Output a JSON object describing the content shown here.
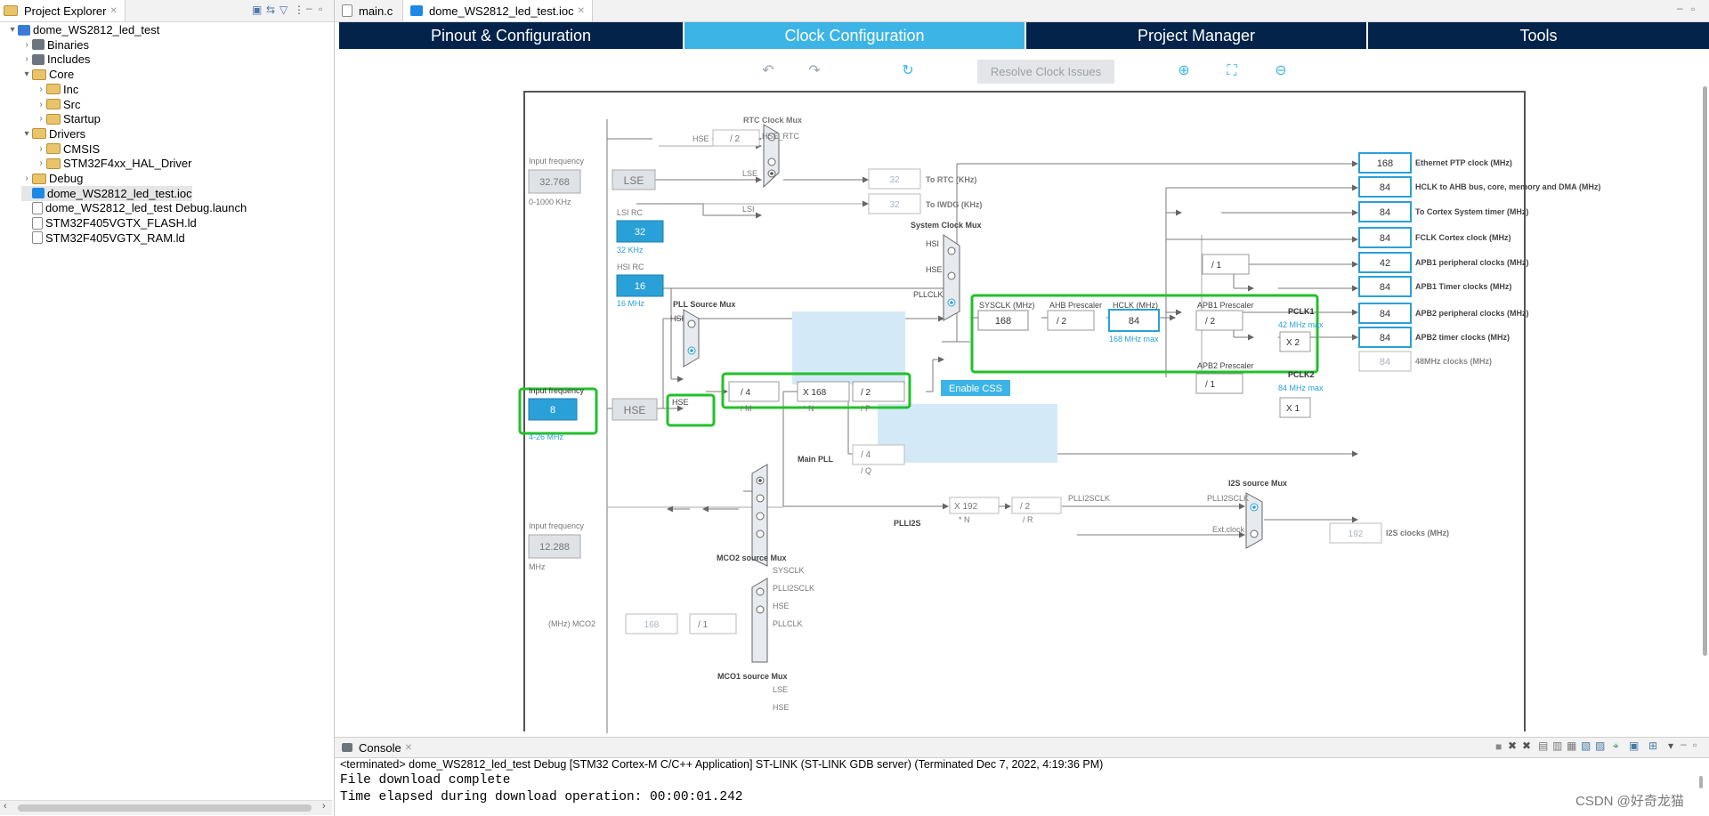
{
  "explorer": {
    "title": "Project Explorer",
    "items": [
      {
        "label": "dome_WS2812_led_test",
        "icon": "project-icon",
        "twisty": "▾"
      },
      {
        "label": "Binaries",
        "icon": "binaries-icon",
        "twisty": "›"
      },
      {
        "label": "Includes",
        "icon": "includes-icon",
        "twisty": "›"
      },
      {
        "label": "Core",
        "icon": "folder-icon",
        "twisty": "▾"
      },
      {
        "label": "Inc",
        "icon": "folder-icon",
        "twisty": "›"
      },
      {
        "label": "Src",
        "icon": "folder-icon",
        "twisty": "›"
      },
      {
        "label": "Startup",
        "icon": "folder-icon",
        "twisty": "›"
      },
      {
        "label": "Drivers",
        "icon": "folder-icon",
        "twisty": "▾"
      },
      {
        "label": "CMSIS",
        "icon": "folder-icon",
        "twisty": "›"
      },
      {
        "label": "STM32F4xx_HAL_Driver",
        "icon": "folder-icon",
        "twisty": "›"
      },
      {
        "label": "Debug",
        "icon": "folder-icon",
        "twisty": "›"
      },
      {
        "label": "dome_WS2812_led_test.ioc",
        "icon": "ioc-file-icon",
        "twisty": ""
      },
      {
        "label": "dome_WS2812_led_test Debug.launch",
        "icon": "file-icon",
        "twisty": ""
      },
      {
        "label": "STM32F405VGTX_FLASH.ld",
        "icon": "file-icon",
        "twisty": ""
      },
      {
        "label": "STM32F405VGTX_RAM.ld",
        "icon": "file-icon",
        "twisty": ""
      }
    ]
  },
  "editor_tabs": [
    {
      "label": "main.c"
    },
    {
      "label": "dome_WS2812_led_test.ioc"
    }
  ],
  "main_tabs": [
    {
      "label": "Pinout & Configuration"
    },
    {
      "label": "Clock Configuration"
    },
    {
      "label": "Project Manager"
    },
    {
      "label": "Tools"
    }
  ],
  "toolbar": {
    "resolve_label": "Resolve Clock Issues",
    "icons": [
      "undo-icon",
      "redo-icon",
      "refresh-icon",
      "zoom-in-icon",
      "fit-icon",
      "zoom-out-icon"
    ]
  },
  "diagram": {
    "input_freq_label": "Input frequency",
    "lse_input": "32.768",
    "lse_range": "0-1000 KHz",
    "lse_label": "LSE",
    "lsi_rc_label": "LSI RC",
    "lsi_value": "32",
    "lsi_unit": "32 KHz",
    "hsi_rc_label": "HSI RC",
    "hsi_value": "16",
    "hsi_unit": "16 MHz",
    "hse_input": "8",
    "hse_range": "4-26 MHz",
    "hse_label": "HSE",
    "i2s_ext_input": "12.288",
    "i2s_ext_unit": "MHz",
    "rtc_mux_label": "RTC Clock Mux",
    "rtc_hse_label": "HSE",
    "rtc_div": "/ 2",
    "rtc_hse_rtc": "HSE_RTC",
    "rtc_lse": "LSE",
    "rtc_lsi": "LSI",
    "rtc_out": "32",
    "rtc_out_label": "To RTC (KHz)",
    "iwdg_out": "32",
    "iwdg_out_label": "To IWDG (KHz)",
    "sysclk_mux_label": "System Clock Mux",
    "mux_hsi": "HSI",
    "mux_hse": "HSE",
    "mux_pllclk": "PLLCLK",
    "pll_source_mux": "PLL Source Mux",
    "pll_m": "/ 4",
    "pll_m_label": "/ M",
    "pll_n": "X 168",
    "pll_n_label": "* N",
    "pll_p": "/ 2",
    "pll_p_label": "/ P",
    "pll_q": "/ 4",
    "pll_q_label": "/ Q",
    "main_pll_label": "Main PLL",
    "enable_css": "Enable CSS",
    "sysclk_label": "SYSCLK (MHz)",
    "sysclk_value": "168",
    "ahb_label": "AHB Prescaler",
    "ahb_value": "/ 2",
    "hclk_label": "HCLK (MHz)",
    "hclk_value": "84",
    "hclk_max": "168 MHz max",
    "apb1_label": "APB1 Prescaler",
    "apb1_value": "/ 2",
    "pclk1_label": "PCLK1",
    "pclk1_max": "42 MHz max",
    "apb1_timer_mul": "X 2",
    "apb2_label": "APB2 Prescaler",
    "apb2_value": "/ 1",
    "pclk2_label": "PCLK2",
    "pclk2_max": "84 MHz max",
    "apb2_timer_mul": "X 1",
    "cortex_div": "/ 1",
    "plli2s_n": "X 192",
    "plli2s_n_label": "* N",
    "plli2s_r": "/ 2",
    "plli2s_r_label": "/ R",
    "plli2s_label": "PLLI2S",
    "plli2sclk": "PLLI2SCLK",
    "i2s_mux_label": "I2S source Mux",
    "ext_clock": "Ext.clock",
    "i2s_out": "192",
    "i2s_out_label": "I2S clocks (MHz)",
    "mco2_mux_label": "MCO2 source Mux",
    "mco2_inputs": [
      "SYSCLK",
      "PLLI2SCLK",
      "HSE",
      "PLLCLK"
    ],
    "mco2_div": "/ 1",
    "mco2_out": "168",
    "mco2_out_label": "(MHz) MCO2",
    "mco1_mux_label": "MCO1 source Mux",
    "mco1_inputs": [
      "LSE",
      "HSE"
    ],
    "outputs": [
      {
        "value": "168",
        "label": "Ethernet PTP clock (MHz)"
      },
      {
        "value": "84",
        "label": "HCLK to AHB bus, core, memory and DMA (MHz)"
      },
      {
        "value": "84",
        "label": "To Cortex System timer (MHz)"
      },
      {
        "value": "84",
        "label": "FCLK Cortex clock (MHz)"
      },
      {
        "value": "42",
        "label": "APB1 peripheral clocks (MHz)"
      },
      {
        "value": "84",
        "label": "APB1 Timer clocks (MHz)"
      },
      {
        "value": "84",
        "label": "APB2 peripheral clocks (MHz)"
      },
      {
        "value": "84",
        "label": "APB2 timer clocks (MHz)"
      },
      {
        "value": "84",
        "label": "48MHz clocks (MHz)"
      }
    ]
  },
  "console": {
    "title": "Console",
    "status": "<terminated> dome_WS2812_led_test Debug [STM32 Cortex-M C/C++ Application] ST-LINK (ST-LINK GDB server) (Terminated Dec 7, 2022, 4:19:36 PM)",
    "lines": [
      "File download complete",
      "Time elapsed during download operation: 00:00:01.242"
    ]
  },
  "watermark": "CSDN @好奇龙猫",
  "colors": {
    "tab_dark": "#03234b",
    "tab_active": "#3cb4e5",
    "highlight_green": "#22c02a",
    "value_blue": "#2aa0d8"
  }
}
